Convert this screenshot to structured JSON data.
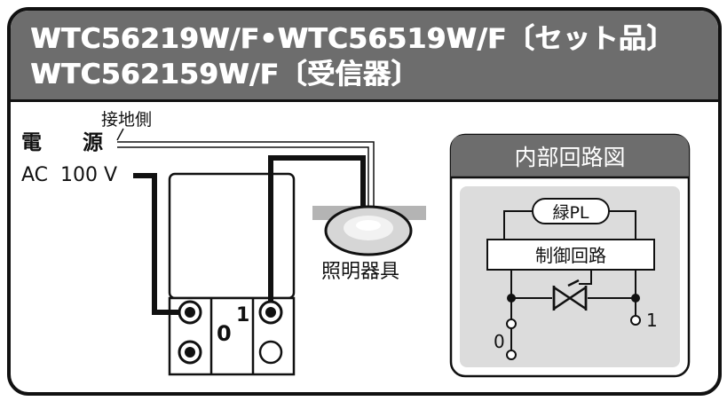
{
  "header": {
    "line1": "WTC56219W/F•WTC56519W/F〔セット品〕",
    "line2": "WTC562159W/F〔受信器〕"
  },
  "wiring": {
    "ground_side": "接地側",
    "power_label": "電　　源",
    "ac_label": "AC  100 V",
    "switch_off_label": "0",
    "switch_on_label": "1",
    "lamp_label": "照明器具"
  },
  "internal": {
    "title": "内部回路図",
    "pilot_lamp": "緑PL",
    "control_circuit": "制御回路",
    "terminal_0": "0",
    "terminal_1": "1"
  },
  "colors": {
    "header_bg": "#6d6d6d",
    "panel_bg": "#dcdcdc",
    "line": "#111111"
  }
}
